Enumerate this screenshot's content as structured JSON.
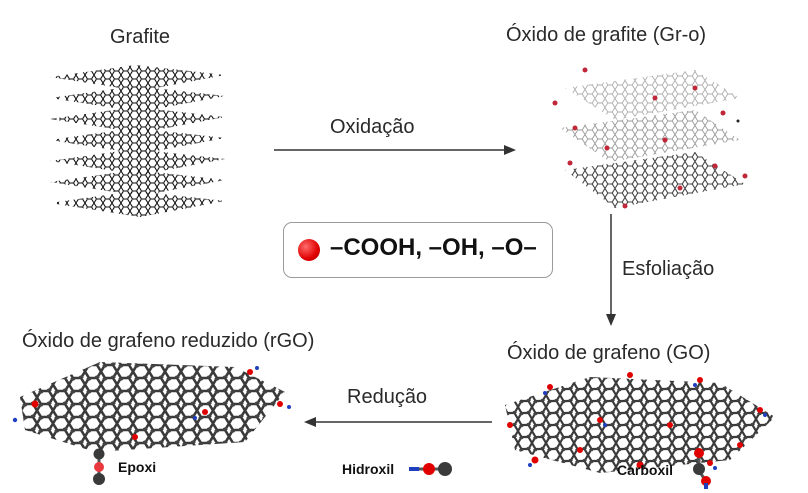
{
  "labels": {
    "graphite": "Grafite",
    "graphite_oxide": "Óxido de grafite (Gr-o)",
    "rgo": "Óxido de grafeno reduzido (rGO)",
    "go": "Óxido de grafeno (GO)"
  },
  "steps": {
    "oxidation": "Oxidação",
    "exfoliation": "Esfoliação",
    "reduction": "Redução"
  },
  "legend": {
    "text": "–COOH, –OH, –O–"
  },
  "functional_groups": {
    "epoxi": "Epoxi",
    "hidroxil": "Hidroxil",
    "carboxil": "Carboxil"
  },
  "colors": {
    "oxygen": "#e00000",
    "carbon": "#3a3a3a",
    "hydrogen": "#1f3fbf"
  }
}
